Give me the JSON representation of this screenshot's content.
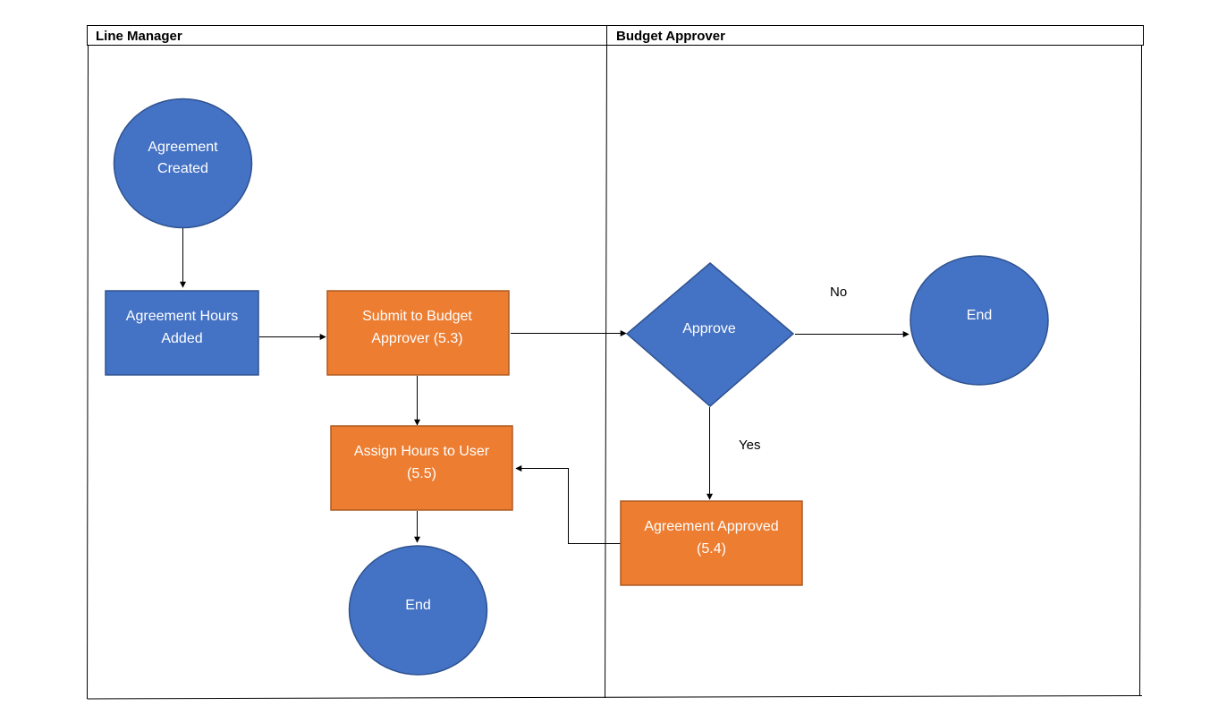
{
  "lanes": [
    {
      "title": "Line Manager"
    },
    {
      "title": "Budget Approver"
    }
  ],
  "colors": {
    "blue": "#4472c4",
    "blue_border": "#2f528f",
    "orange": "#ed7d31",
    "orange_border": "#ae5a21",
    "line": "#000000"
  },
  "nodes": {
    "agreement_created": {
      "line1": "Agreement",
      "line2": "Created"
    },
    "hours_added": {
      "line1": "Agreement Hours",
      "line2": "Added"
    },
    "submit": {
      "line1": "Submit to Budget",
      "line2": "Approver (5.3)"
    },
    "assign": {
      "line1": "Assign Hours to User",
      "line2": "(5.5)"
    },
    "end_left": {
      "label": "End"
    },
    "approve": {
      "label": "Approve"
    },
    "end_right": {
      "label": "End"
    },
    "approved": {
      "line1": "Agreement Approved",
      "line2": "(5.4)"
    }
  },
  "edges": {
    "no_label": "No",
    "yes_label": "Yes"
  }
}
